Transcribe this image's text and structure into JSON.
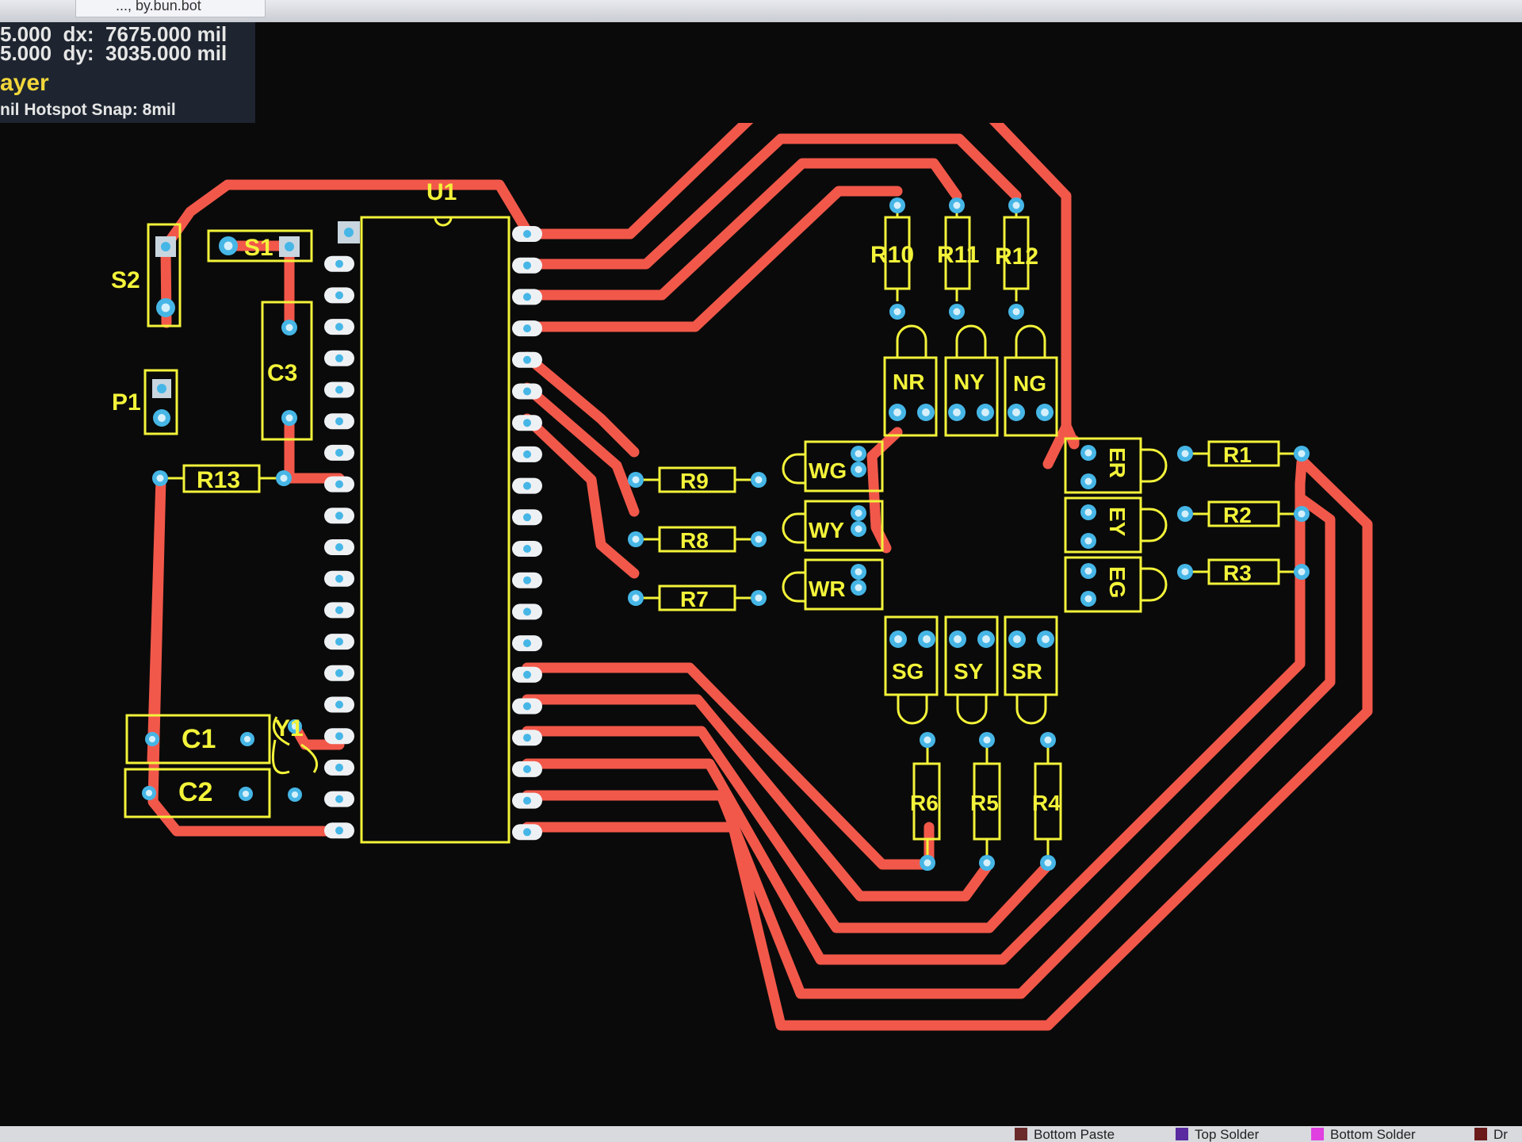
{
  "window": {
    "tab_title": "..., by.bun.bot"
  },
  "readout": {
    "x_value": "5.000",
    "y_value": "5.000",
    "dx_label": "dx:",
    "dx_value": "7675.000 mil",
    "dy_label": "dy:",
    "dy_value": "3035.000 mil",
    "layer": "ayer",
    "snap": "nil Hotspot Snap: 8mil"
  },
  "components": {
    "U1": "U1",
    "S1": "S1",
    "S2": "S2",
    "P1": "P1",
    "C1": "C1",
    "C2": "C2",
    "C3": "C3",
    "Y1": "Y1",
    "R1": "R1",
    "R2": "R2",
    "R3": "R3",
    "R4": "R4",
    "R5": "R5",
    "R6": "R6",
    "R7": "R7",
    "R8": "R8",
    "R9": "R9",
    "R10": "R10",
    "R11": "R11",
    "R12": "R12",
    "R13": "R13",
    "NR": "NR",
    "NY": "NY",
    "NG": "NG",
    "WG": "WG",
    "WY": "WY",
    "WR": "WR",
    "ER": "ER",
    "EY": "EY",
    "EG": "EG",
    "SG": "SG",
    "SY": "SY",
    "SR": "SR"
  },
  "layer_legend": [
    {
      "label": "Bottom Paste",
      "color": "#6b2a2a"
    },
    {
      "label": "Top Solder",
      "color": "#5a2aa0"
    },
    {
      "label": "Bottom Solder",
      "color": "#e040e0"
    },
    {
      "label": "Dr",
      "color": "#6b1a1a"
    }
  ],
  "colors": {
    "track": "#f2584a",
    "silkscreen": "#f3f33a",
    "pad": "#46b6e6",
    "background": "#0a0a0a"
  }
}
